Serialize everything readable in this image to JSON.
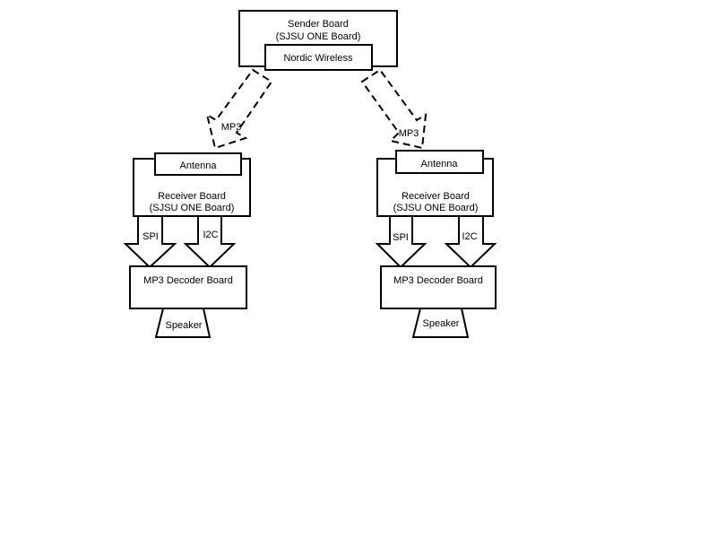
{
  "sender": {
    "line1": "Sender Board",
    "line2": "(SJSU ONE Board)",
    "radio": "Nordic Wireless"
  },
  "links": {
    "left": "MP3",
    "right": "MP3"
  },
  "left": {
    "antenna": "Antenna",
    "receiver_line1": "Receiver Board",
    "receiver_line2": "(SJSU ONE Board)",
    "spi": "SPI",
    "i2c": "I2C",
    "decoder": "MP3 Decoder Board",
    "speaker": "Speaker"
  },
  "right": {
    "antenna": "Antenna",
    "receiver_line1": "Receiver Board",
    "receiver_line2": "(SJSU ONE Board)",
    "spi": "SPI",
    "i2c": "I2C",
    "decoder": "MP3 Decoder Board",
    "speaker": "Speaker"
  }
}
